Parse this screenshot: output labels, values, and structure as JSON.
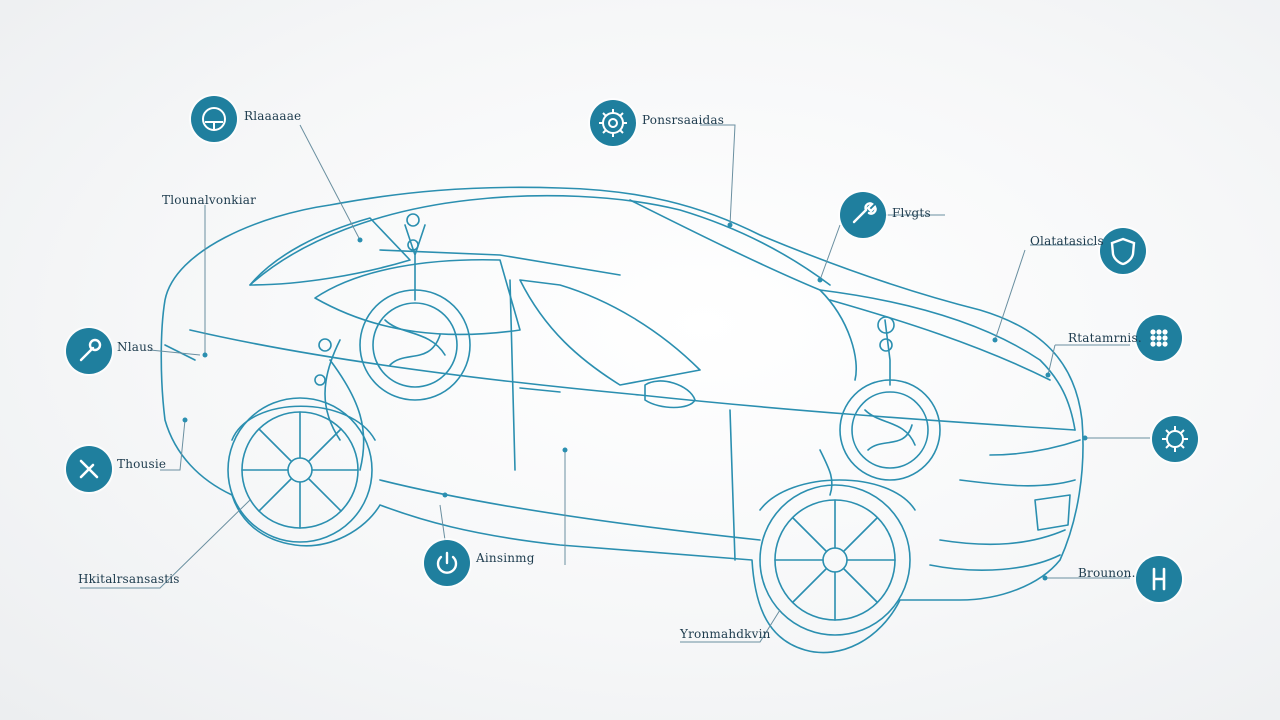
{
  "colors": {
    "line": "#2b8fb0",
    "line_dark": "#1b6f8c",
    "badge": "#1f7f9e",
    "label": "#1d3b4d"
  },
  "callouts": [
    {
      "id": "top-left",
      "label": "Rlaaaaae",
      "icon": "steering-icon"
    },
    {
      "id": "top-center",
      "label": "Ponsrsaaidas",
      "icon": "gear-icon"
    },
    {
      "id": "mid-top",
      "label": "Flvgts",
      "icon": "wrench-icon"
    },
    {
      "id": "right-top",
      "label": "Olatatasicls",
      "icon": "shield-icon"
    },
    {
      "id": "left-high",
      "label": "Tlounalvonkiar",
      "icon": ""
    },
    {
      "id": "left-mid",
      "label": "Nlaus",
      "icon": "tool-icon"
    },
    {
      "id": "right-mid",
      "label": "Rtatamrnis.",
      "icon": "dots-icon"
    },
    {
      "id": "right-low",
      "label": "",
      "icon": "engine-icon"
    },
    {
      "id": "left-low",
      "label": "Thousie",
      "icon": "key-icon"
    },
    {
      "id": "center-low",
      "label": "Ainsinmg",
      "icon": "power-icon"
    },
    {
      "id": "left-bottom",
      "label": "Hkitalrsansastis",
      "icon": ""
    },
    {
      "id": "right-bottom",
      "label": "Brounon.",
      "icon": "seat-icon"
    },
    {
      "id": "bottom-center",
      "label": "Yronmahdkvin",
      "icon": ""
    }
  ]
}
